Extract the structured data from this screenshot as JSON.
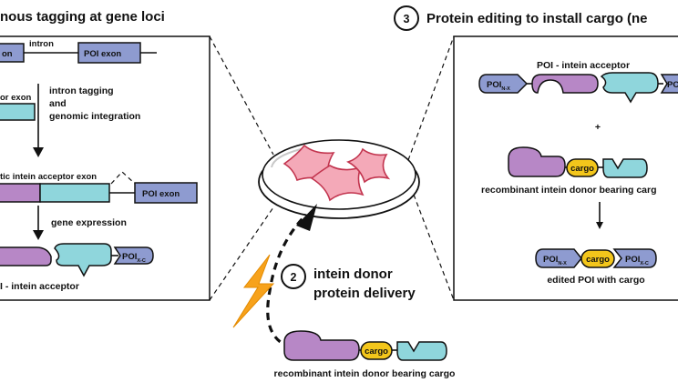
{
  "panel1": {
    "heading": "nous tagging at gene loci",
    "exon_left": "on",
    "intron": "intron",
    "poi_exon_top": "POI exon",
    "or_exon": "or exon",
    "step_intron_tagging": "intron tagging",
    "step_and": "and",
    "step_integration": "genomic integration",
    "acceptor_exon_label": "tic intein acceptor exon",
    "poi_exon_bottom": "POI exon",
    "step_gene_expression": "gene expression",
    "poi_xc_main": "POI",
    "poi_xc_sub": "X-C",
    "result_label": "I - intein acceptor"
  },
  "center": {
    "step2_number": "2",
    "step2_line1": "intein donor",
    "step2_line2": "protein delivery",
    "cargo": "cargo",
    "donor_label": "recombinant intein donor bearing cargo"
  },
  "panel3": {
    "step_number": "3",
    "heading": "Protein editing to install cargo (ne",
    "acceptor_title": "POI - intein acceptor",
    "poi_nx_main": "POI",
    "poi_nx_sub": "N-X",
    "poi_right_main": "PO",
    "plus": "+",
    "cargo": "cargo",
    "donor_label": "recombinant intein donor bearing carg",
    "arrow": "↓",
    "edited_poi_nx_main": "POI",
    "edited_poi_nx_sub": "N-X",
    "edited_cargo": "cargo",
    "edited_poi_xc_main": "POI",
    "edited_poi_xc_sub": "X-C",
    "edited_label": "edited POI with cargo"
  },
  "colors": {
    "exon": "#8e9bd0",
    "intein_n": "#b787c6",
    "intein_c": "#8fd6dc",
    "cargo": "#f3c61b",
    "cell": "#f4a9b8",
    "lightning": "#f7a21b"
  }
}
